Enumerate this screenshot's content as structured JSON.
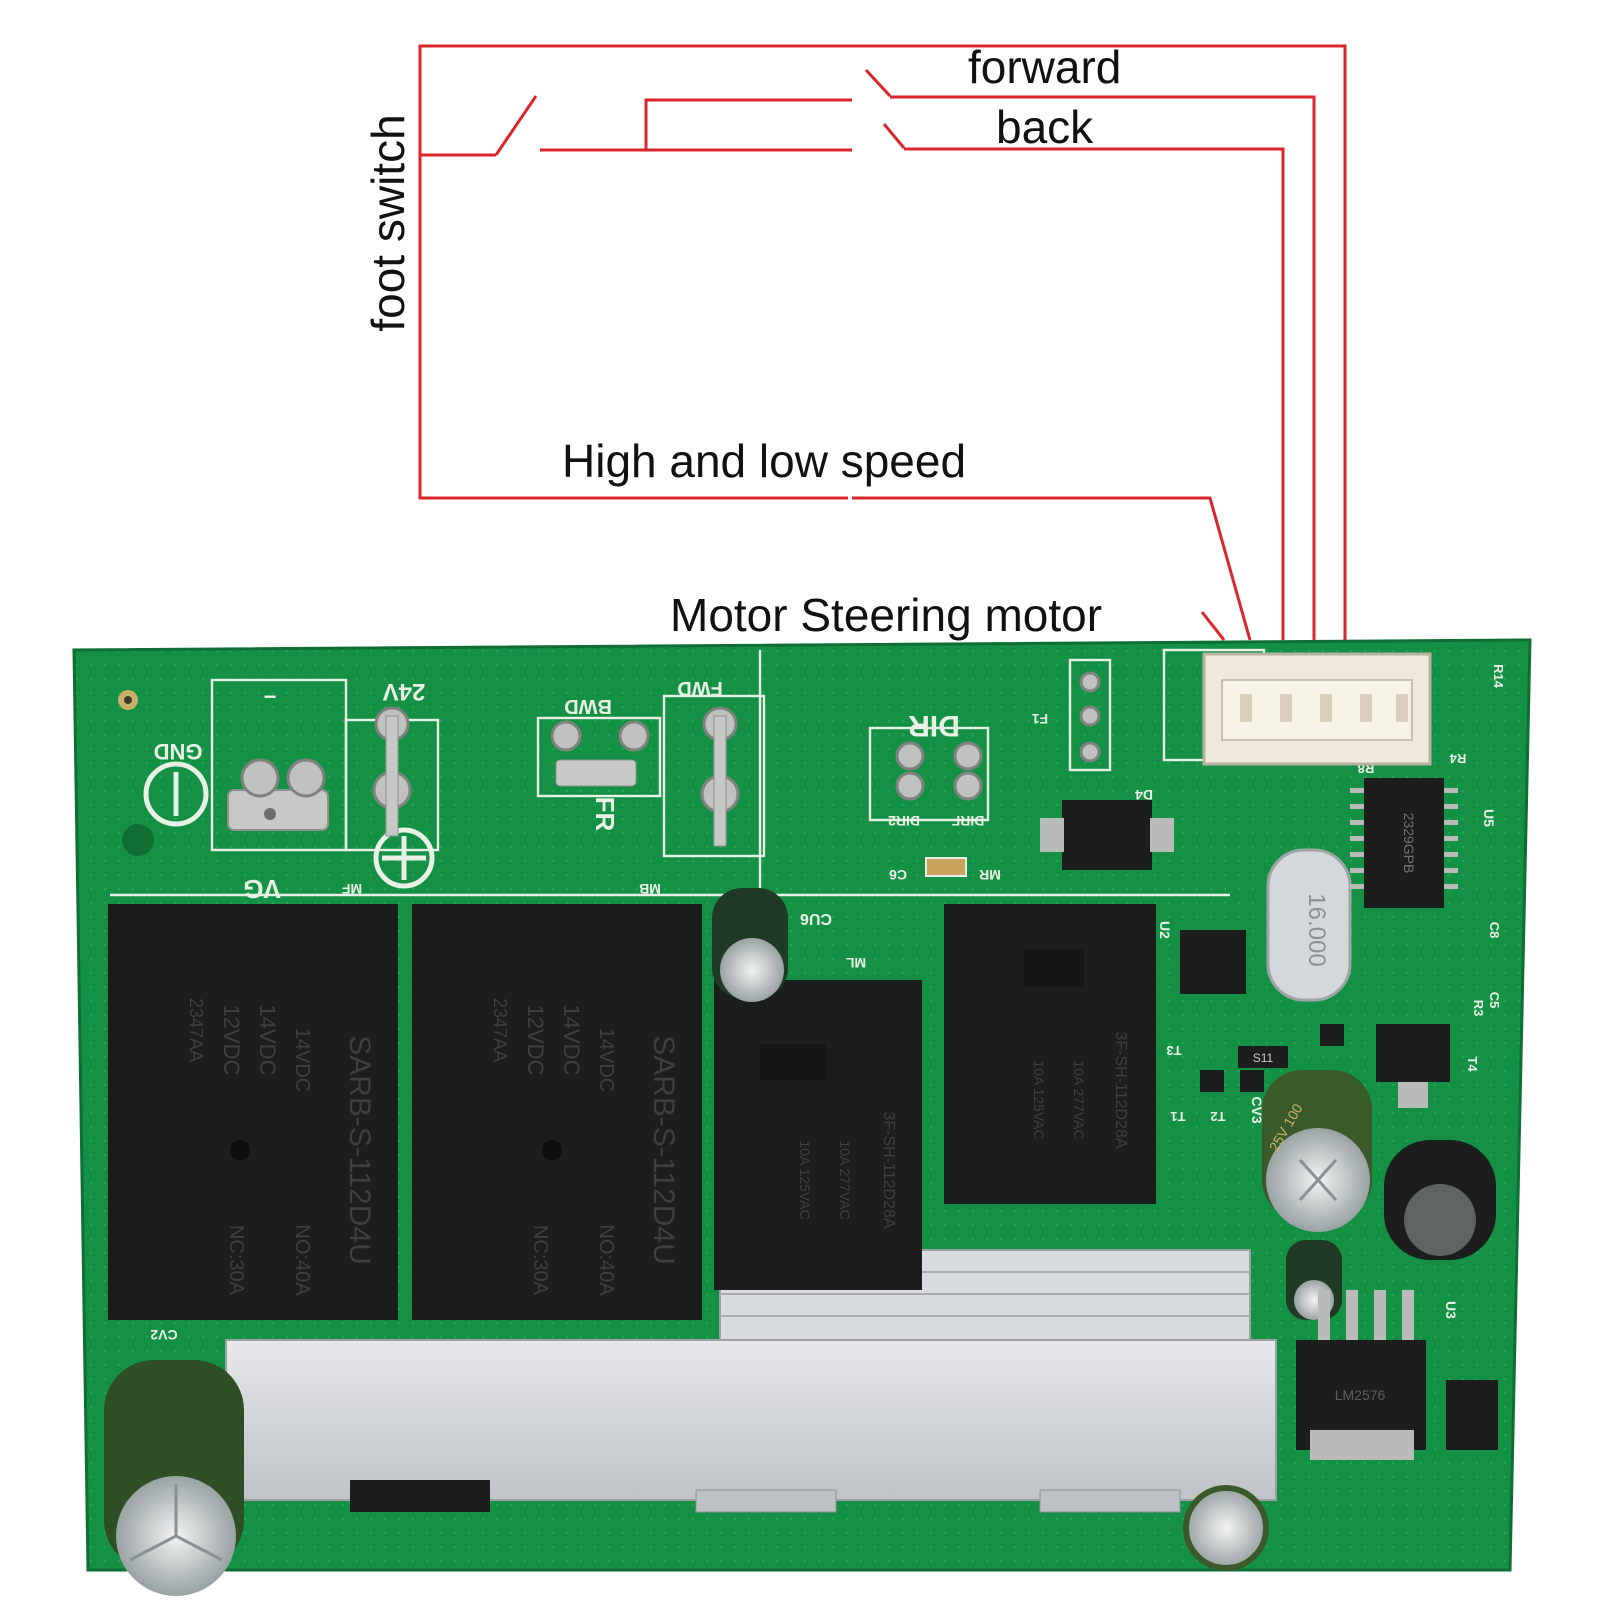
{
  "labels": {
    "forward": "forward",
    "back": "back",
    "foot_switch": "foot switch",
    "speed": "High and low speed",
    "motor": "Motor Steering motor"
  },
  "board": {
    "silkscreen": {
      "gnd": "GND",
      "v24": "24V",
      "vg": "VG",
      "bwd": "BWD",
      "fwd": "FWD",
      "fr": "FR",
      "dir": "DIR",
      "mf": "MF",
      "mb": "MB",
      "ml": "ML",
      "mr": "MR",
      "cu6": "CU6",
      "c6": "C6",
      "d4": "D4",
      "f1": "F1",
      "u2": "U2",
      "u3": "U3",
      "u5": "U5",
      "r14": "R14",
      "r4": "R4",
      "r8": "R8",
      "r3": "R3",
      "c8": "C8",
      "c5": "C5",
      "t1": "T1",
      "t2": "T2",
      "t3": "T3",
      "t4": "T4",
      "cv2": "CV2",
      "cv3": "CV3",
      "dir2": "DIR2",
      "dirf": "DIRF",
      "plus": "+",
      "minus": "−"
    },
    "relays": [
      {
        "lines": [
          "2347AA",
          "12VDC",
          "14VDC",
          "14VDC",
          "NC:30A",
          "NO:40A",
          "SARB-S-112D4U"
        ]
      },
      {
        "lines": [
          "2347AA",
          "12VDC",
          "14VDC",
          "14VDC",
          "NC:30A",
          "NO:40A",
          "SARB-S-112D4U"
        ]
      },
      {
        "lines": [
          "10A 125VAC",
          "10A 277VAC",
          "3F-SH-112D28A"
        ]
      },
      {
        "lines": [
          "10A 125VAC",
          "10A 277VAC",
          "3F-SH-112D28A"
        ]
      }
    ],
    "crystal": "16.000",
    "ic_label": "2329GPB",
    "smd_label": "S11",
    "regulator": "LM2576",
    "cap_label": "25V 100"
  },
  "colors": {
    "wire": "#d9262b",
    "pcb": "#159146",
    "pcb_dark": "#0e6e34",
    "silk": "#e9f1e6",
    "relay": "#1c1e1d",
    "heatsink": "#cfd2d4"
  }
}
